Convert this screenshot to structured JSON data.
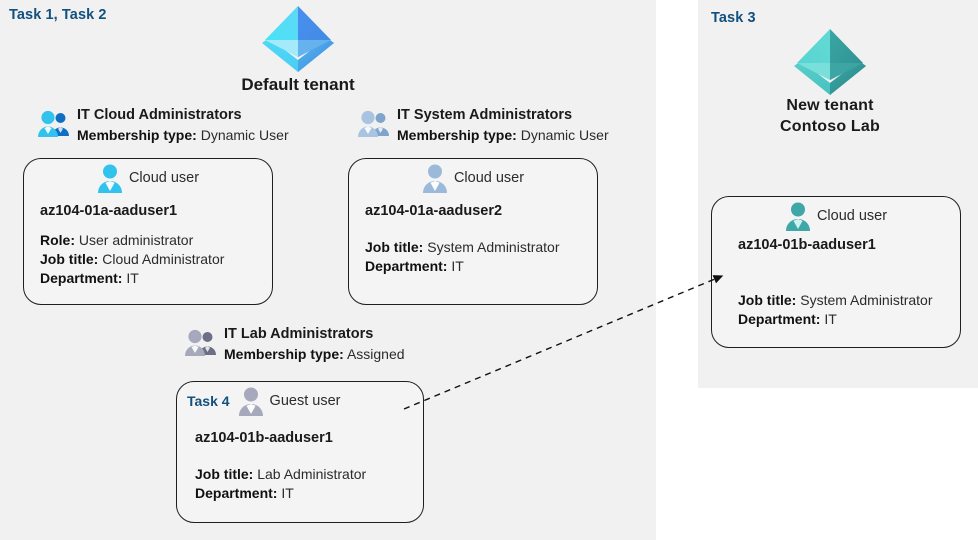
{
  "panels": {
    "default_tenant": {
      "task_label": "Task 1, Task 2",
      "tenant_name": "Default tenant"
    },
    "new_tenant": {
      "task_label": "Task 3",
      "tenant_name_line1": "New  tenant",
      "tenant_name_line2": "Contoso Lab"
    }
  },
  "groups": {
    "cloud_admins": {
      "name": "IT Cloud Administrators",
      "membership_key": "Membership type:",
      "membership_value": "Dynamic User"
    },
    "system_admins": {
      "name": "IT System Administrators",
      "membership_key": "Membership type:",
      "membership_value": "Dynamic User"
    },
    "lab_admins": {
      "name": "IT Lab Administrators",
      "membership_key": "Membership type:",
      "membership_value": "Assigned"
    }
  },
  "cards": {
    "aaduser1": {
      "user_type": "Cloud user",
      "user_id": "az104-01a-aaduser1",
      "role_key": "Role:",
      "role_value": "User administrator",
      "jobtitle_key": "Job title:",
      "jobtitle_value": "Cloud Administrator",
      "department_key": "Department:",
      "department_value": "IT"
    },
    "aaduser2": {
      "user_type": "Cloud user",
      "user_id": "az104-01a-aaduser2",
      "jobtitle_key": "Job title:",
      "jobtitle_value": "System Administrator",
      "department_key": "Department:",
      "department_value": "IT"
    },
    "guest_user": {
      "task_label": "Task 4",
      "user_type": "Guest user",
      "user_id": "az104-01b-aaduser1",
      "jobtitle_key": "Job title:",
      "jobtitle_value": "Lab Administrator",
      "department_key": "Department:",
      "department_value": "IT"
    },
    "b_aaduser1": {
      "user_type": "Cloud user",
      "user_id": "az104-01b-aaduser1",
      "jobtitle_key": "Job title:",
      "jobtitle_value": "System Administrator",
      "department_key": "Department:",
      "department_value": "IT"
    }
  },
  "icons": {
    "tenant_default": "azure-ad-tenant-icon",
    "tenant_new": "azure-ad-tenant-icon",
    "group_cloud_admins": "group-users-icon",
    "group_system_admins": "group-users-icon",
    "group_lab_admins": "group-users-icon",
    "user_cloud_blue": "cloud-user-icon",
    "user_cloud_steel": "cloud-user-icon",
    "user_guest": "guest-user-icon",
    "user_cloud_teal": "cloud-user-icon",
    "connector": "dashed-arrow-icon"
  },
  "colors": {
    "panel_background": "#f1f1f1",
    "page_background": "#ffffff",
    "task_label": "#12507e",
    "card_border": "#1f1f1f",
    "tenant_default_accent": "#3fa9f5",
    "tenant_new_accent": "#3fb5b0",
    "text_primary": "#1a1a1a",
    "text_secondary": "#2b2b2b"
  }
}
